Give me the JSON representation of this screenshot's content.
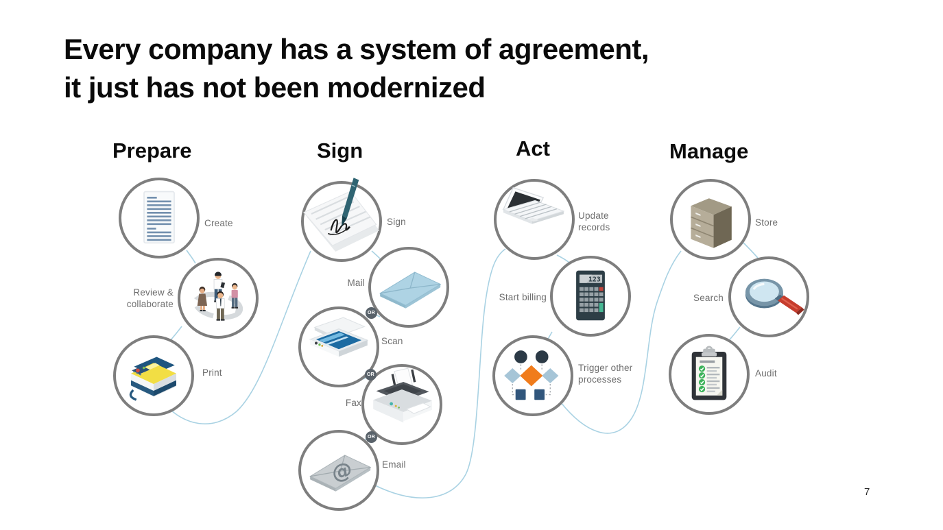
{
  "slide": {
    "title_line1": "Every company has a system of agreement,",
    "title_line2": "it just has not been modernized",
    "page_number": "7"
  },
  "columns": [
    {
      "id": "prepare",
      "label": "Prepare",
      "items": [
        {
          "id": "create",
          "label": "Create",
          "icon": "document-icon"
        },
        {
          "id": "review",
          "label": "Review & collaborate",
          "icon": "people-collaboration-icon"
        },
        {
          "id": "print",
          "label": "Print",
          "icon": "printer-copier-icon"
        }
      ]
    },
    {
      "id": "sign",
      "label": "Sign",
      "items": [
        {
          "id": "sign",
          "label": "Sign",
          "icon": "pen-signature-icon"
        },
        {
          "id": "mail",
          "label": "Mail",
          "icon": "envelope-icon"
        },
        {
          "id": "scan",
          "label": "Scan",
          "icon": "scanner-icon"
        },
        {
          "id": "fax",
          "label": "Fax",
          "icon": "fax-machine-icon"
        },
        {
          "id": "email",
          "label": "Email",
          "icon": "email-envelope-icon"
        }
      ]
    },
    {
      "id": "act",
      "label": "Act",
      "items": [
        {
          "id": "update-records",
          "label": "Update records",
          "icon": "laptop-icon"
        },
        {
          "id": "start-billing",
          "label": "Start billing",
          "icon": "calculator-icon"
        },
        {
          "id": "trigger",
          "label": "Trigger other processes",
          "icon": "flowchart-icon"
        }
      ]
    },
    {
      "id": "manage",
      "label": "Manage",
      "items": [
        {
          "id": "store",
          "label": "Store",
          "icon": "file-cabinet-icon"
        },
        {
          "id": "search",
          "label": "Search",
          "icon": "magnifier-icon"
        },
        {
          "id": "audit",
          "label": "Audit",
          "icon": "clipboard-checklist-icon"
        }
      ]
    }
  ],
  "or_badge": "OR",
  "calculator_display": "123",
  "colors": {
    "connector": "#a9d2e3",
    "circle_border": "#7e7e7e",
    "label_text": "#6e6e6e",
    "title_text": "#0a0a0a",
    "or_badge_bg": "#59626a",
    "accent_orange": "#f07c1c"
  }
}
